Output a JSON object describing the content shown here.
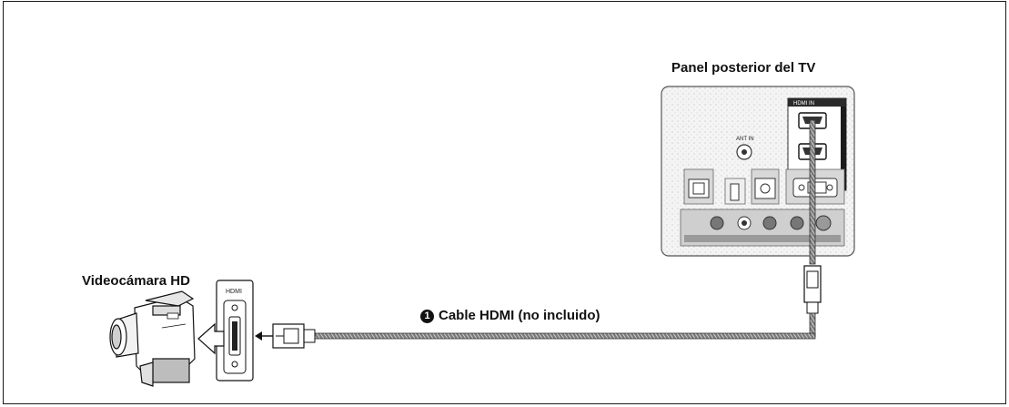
{
  "diagram": {
    "tv_panel_title": "Panel posterior del TV",
    "camcorder_title": "Videocámara HD",
    "cable_number": "1",
    "cable_label": "Cable HDMI (no incluido)",
    "hdmi_port_label": "HDMI",
    "tv_hdmi_header": "HDMI IN",
    "tv_ant_label": "ANT IN"
  }
}
